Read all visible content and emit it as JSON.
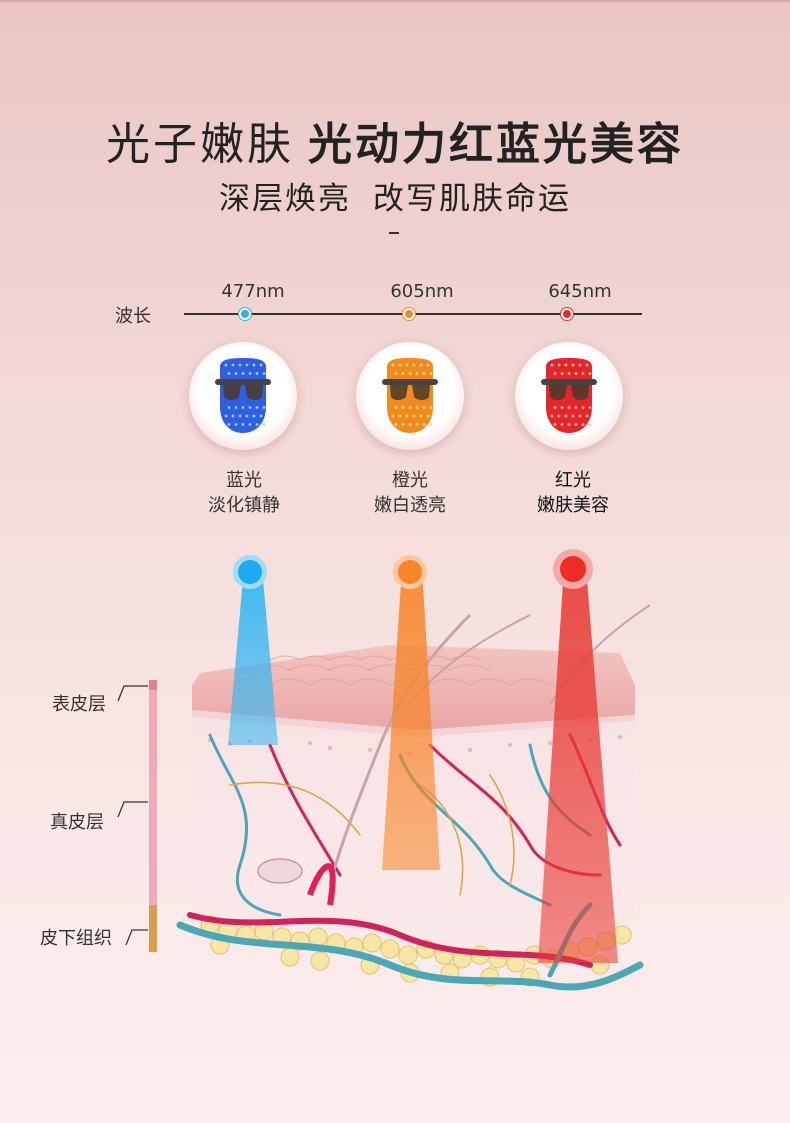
{
  "headline": {
    "light": "光子嫩肤",
    "bold": "光动力红蓝光美容"
  },
  "subheadline": {
    "part1": "深层焕亮",
    "part2": "改写肌肤命运"
  },
  "wavelength": {
    "label": "波长",
    "items": [
      {
        "value": "477nm",
        "color": "#2bb5f0"
      },
      {
        "value": "605nm",
        "color": "#f7862a"
      },
      {
        "value": "645nm",
        "color": "#ee2b25"
      }
    ]
  },
  "masks": [
    {
      "name": "蓝光",
      "effect": "淡化镇静",
      "color": "#2f5fe0",
      "led": "#9fd3ff",
      "icon": "blue-led-mask-icon"
    },
    {
      "name": "橙光",
      "effect": "嫩白透亮",
      "color": "#f08a1f",
      "led": "#ffe07a",
      "icon": "orange-led-mask-icon"
    },
    {
      "name": "红光",
      "effect": "嫩肤美容",
      "color": "#e3262a",
      "led": "#ffc1a8",
      "icon": "red-led-mask-icon"
    }
  ],
  "skin_layers": [
    {
      "name": "表皮层"
    },
    {
      "name": "真皮层"
    },
    {
      "name": "皮下组织"
    }
  ],
  "colors": {
    "beam_blue": "#35b6f2",
    "beam_orange": "#f7852a",
    "beam_red": "#e83a34",
    "scale_pink": "#f0a9bb",
    "scale_orange": "#d89c50"
  }
}
